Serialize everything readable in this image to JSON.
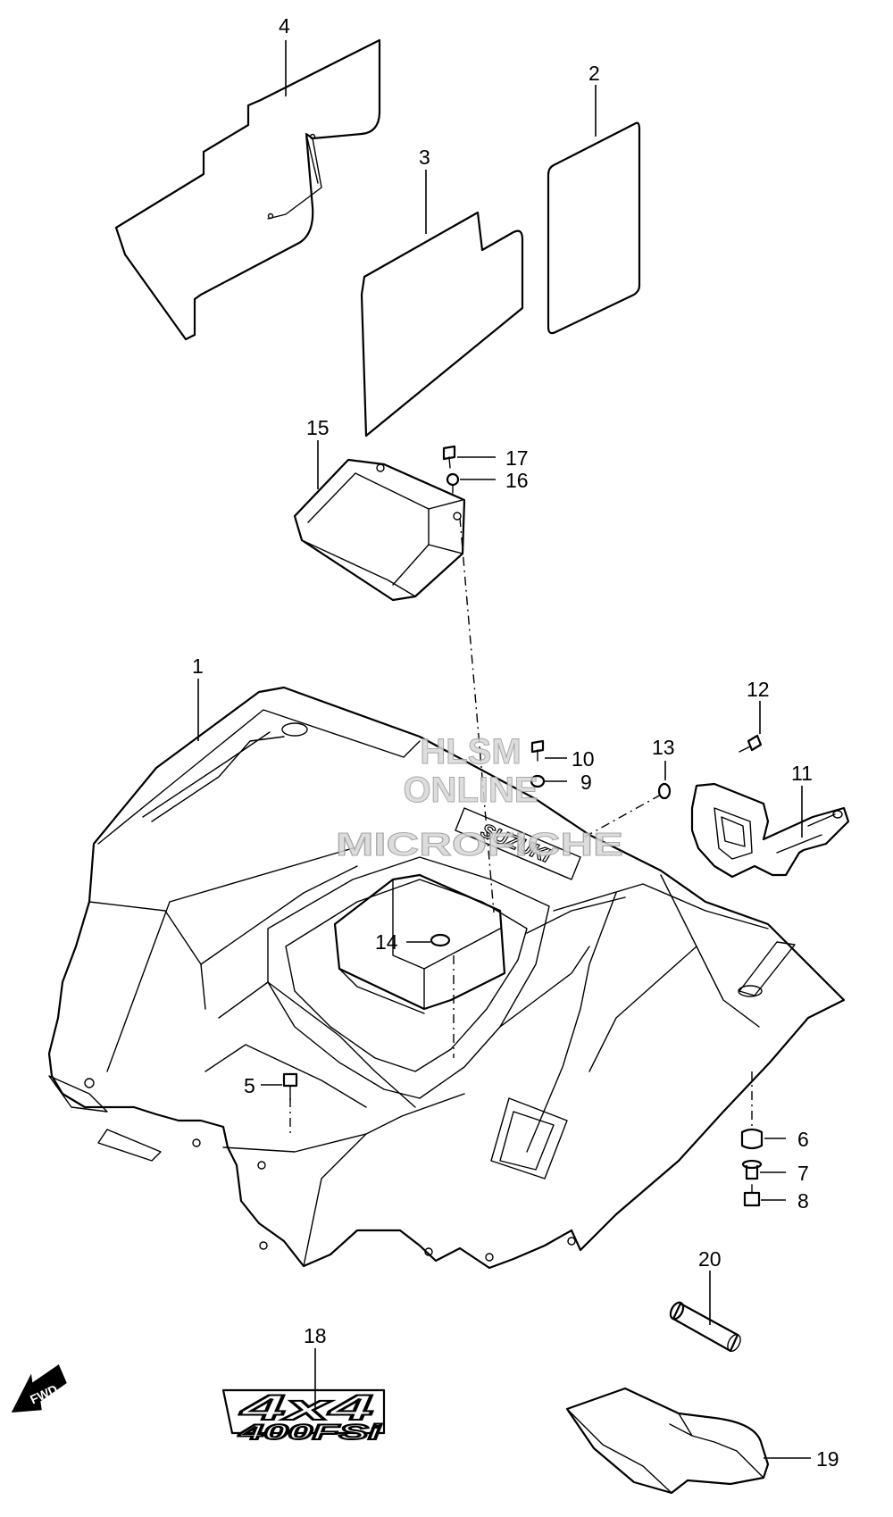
{
  "watermark": {
    "line1": "HLSM",
    "line2": "ONLINE",
    "line3": "MICROFICHE"
  },
  "callouts": {
    "c1": "1",
    "c2": "2",
    "c3": "3",
    "c4": "4",
    "c5": "5",
    "c6": "6",
    "c7": "7",
    "c8": "8",
    "c9": "9",
    "c10": "10",
    "c11": "11",
    "c12": "12",
    "c13": "13",
    "c14": "14",
    "c15": "15",
    "c16": "16",
    "c17": "17",
    "c18": "18",
    "c19": "19",
    "c20": "20"
  },
  "decal_18": {
    "top": "4x4",
    "bottom": "400FSi"
  },
  "fender_logo": "SUZUKI",
  "fwd_arrow_label": "FWD"
}
